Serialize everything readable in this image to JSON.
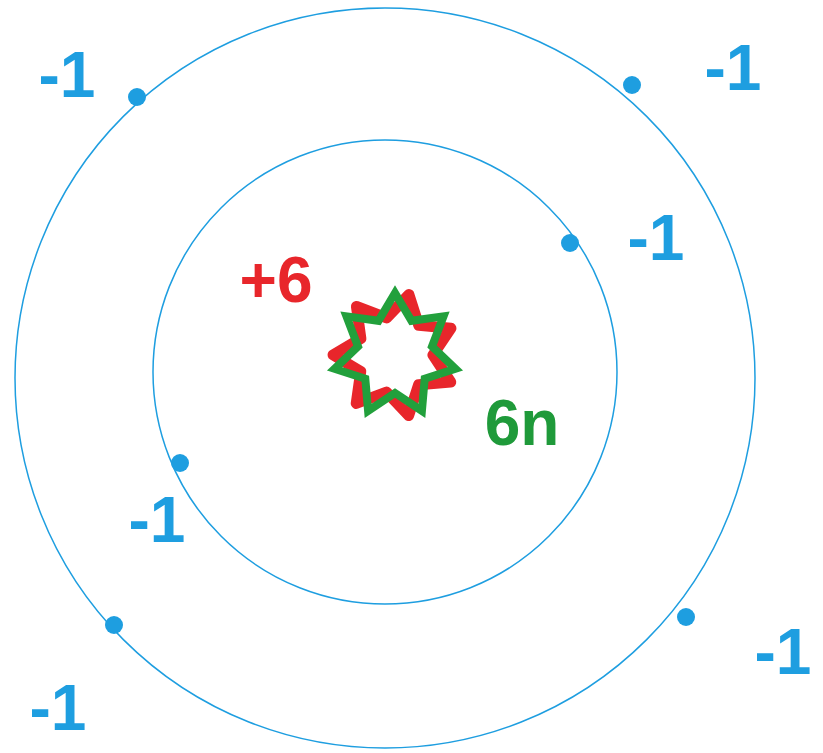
{
  "diagram": {
    "labels": [
      "-1",
      "-1",
      "-1",
      "+6",
      "6n",
      "-1",
      "-1",
      "-1"
    ]
  }
}
